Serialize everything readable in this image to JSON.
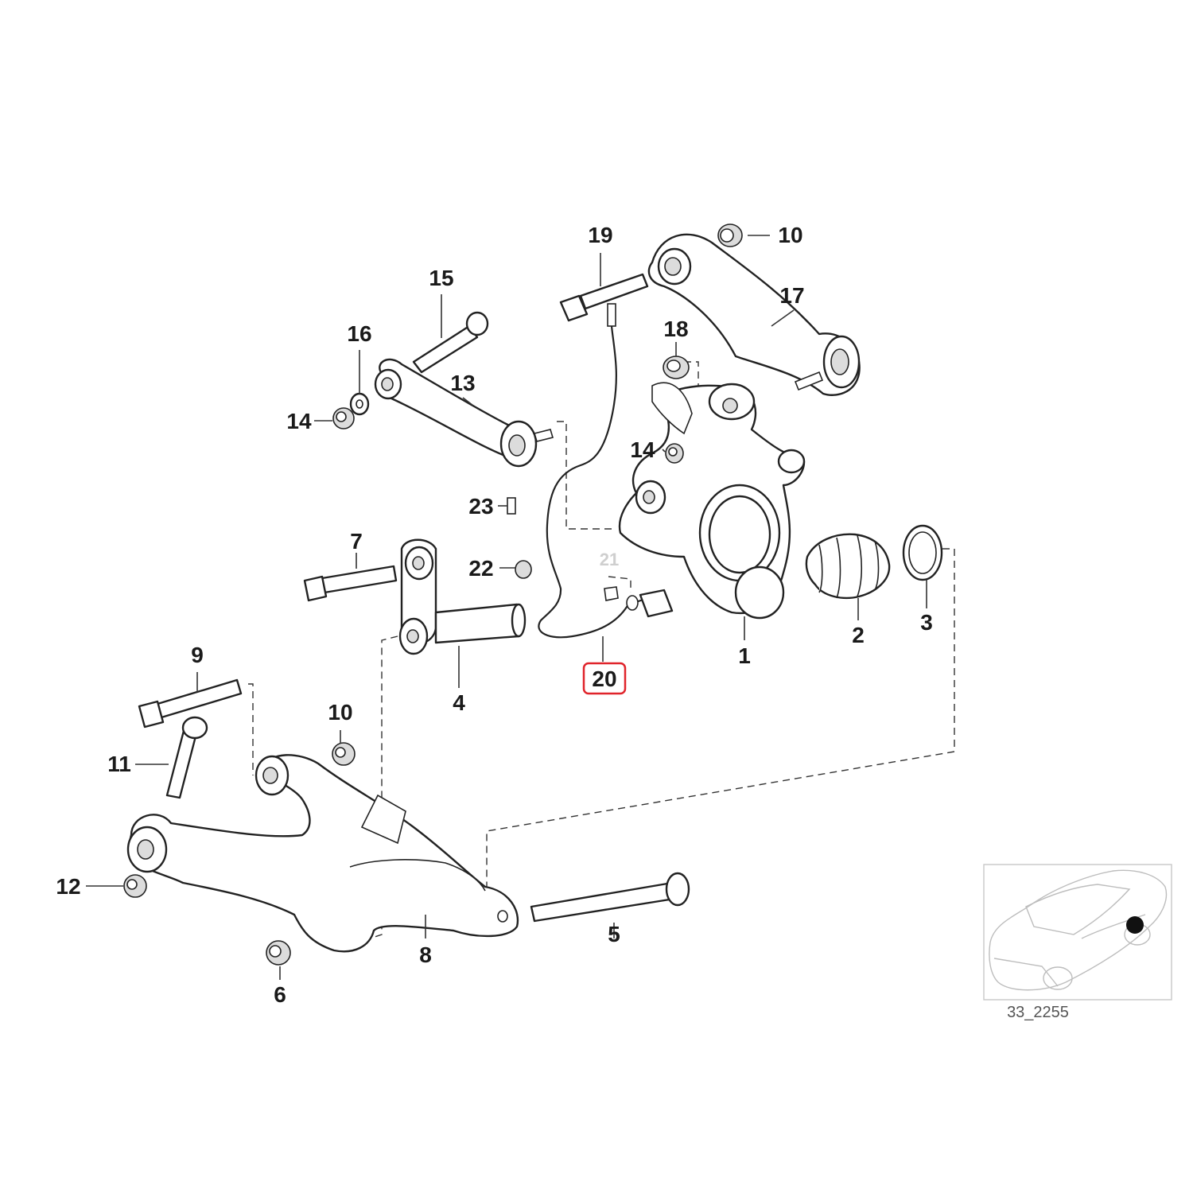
{
  "diagram": {
    "callouts": [
      {
        "id": "1",
        "label": "1"
      },
      {
        "id": "2",
        "label": "2"
      },
      {
        "id": "3",
        "label": "3"
      },
      {
        "id": "4",
        "label": "4"
      },
      {
        "id": "5",
        "label": "5"
      },
      {
        "id": "6",
        "label": "6"
      },
      {
        "id": "7",
        "label": "7"
      },
      {
        "id": "8",
        "label": "8"
      },
      {
        "id": "9",
        "label": "9"
      },
      {
        "id": "10a",
        "label": "10"
      },
      {
        "id": "10b",
        "label": "10"
      },
      {
        "id": "11",
        "label": "11"
      },
      {
        "id": "12",
        "label": "12"
      },
      {
        "id": "13",
        "label": "13"
      },
      {
        "id": "14a",
        "label": "14"
      },
      {
        "id": "14b",
        "label": "14"
      },
      {
        "id": "15",
        "label": "15"
      },
      {
        "id": "16",
        "label": "16"
      },
      {
        "id": "17",
        "label": "17"
      },
      {
        "id": "18",
        "label": "18"
      },
      {
        "id": "19",
        "label": "19"
      },
      {
        "id": "20",
        "label": "20",
        "highlighted": true
      },
      {
        "id": "21",
        "label": "21",
        "faint": true
      },
      {
        "id": "22",
        "label": "22"
      },
      {
        "id": "23",
        "label": "23"
      }
    ],
    "highlight_color": "#e0242b",
    "reference_code": "33_2255"
  }
}
